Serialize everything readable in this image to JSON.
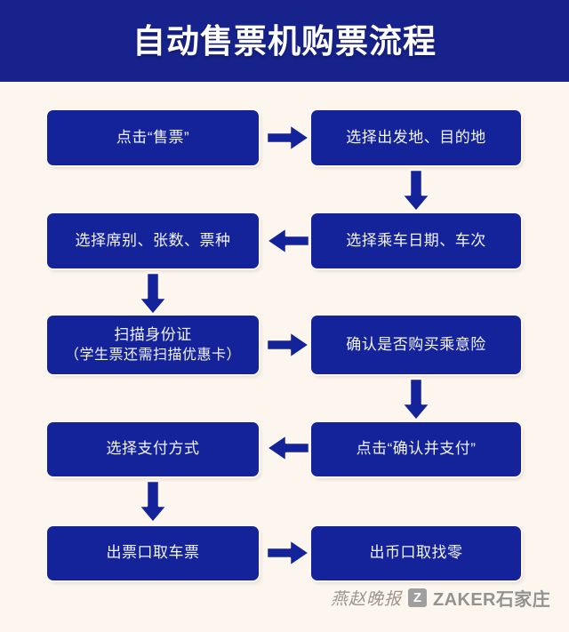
{
  "header": {
    "title": "自动售票机购票流程",
    "background_color": "#17228c",
    "text_color": "#ffffff"
  },
  "page": {
    "background_color": "#fdf6ef",
    "node_color": "#15239a",
    "node_text_color": "#f2f4fb",
    "arrow_color": "#15239a"
  },
  "flow": {
    "nodes": [
      {
        "id": "step1",
        "column": "left",
        "row": 1,
        "lines": [
          "点击“售票”"
        ]
      },
      {
        "id": "step2",
        "column": "right",
        "row": 1,
        "lines": [
          "选择出发地、目的地"
        ]
      },
      {
        "id": "step3",
        "column": "right",
        "row": 2,
        "lines": [
          "选择乘车日期、车次"
        ]
      },
      {
        "id": "step4",
        "column": "left",
        "row": 2,
        "lines": [
          "选择席别、张数、票种"
        ]
      },
      {
        "id": "step5",
        "column": "left",
        "row": 3,
        "lines": [
          "扫描身份证",
          "（学生票还需扫描优惠卡）"
        ]
      },
      {
        "id": "step6",
        "column": "right",
        "row": 3,
        "lines": [
          "确认是否购买乘意险"
        ]
      },
      {
        "id": "step7",
        "column": "right",
        "row": 4,
        "lines": [
          "点击“确认并支付”"
        ]
      },
      {
        "id": "step8",
        "column": "left",
        "row": 4,
        "lines": [
          "选择支付方式"
        ]
      },
      {
        "id": "step9",
        "column": "left",
        "row": 5,
        "lines": [
          "出票口取车票"
        ]
      },
      {
        "id": "step10",
        "column": "right",
        "row": 5,
        "lines": [
          "出币口取找零"
        ]
      }
    ],
    "connectors": [
      {
        "id": "c1",
        "from": "step1",
        "to": "step2",
        "direction": "right",
        "icon": "arrow-right-icon"
      },
      {
        "id": "c2",
        "from": "step2",
        "to": "step3",
        "direction": "down",
        "icon": "arrow-down-icon"
      },
      {
        "id": "c3",
        "from": "step3",
        "to": "step4",
        "direction": "left",
        "icon": "arrow-left-icon"
      },
      {
        "id": "c4",
        "from": "step4",
        "to": "step5",
        "direction": "down",
        "icon": "arrow-down-icon"
      },
      {
        "id": "c5",
        "from": "step5",
        "to": "step6",
        "direction": "right",
        "icon": "arrow-right-icon"
      },
      {
        "id": "c6",
        "from": "step6",
        "to": "step7",
        "direction": "down",
        "icon": "arrow-down-icon"
      },
      {
        "id": "c7",
        "from": "step7",
        "to": "step8",
        "direction": "left",
        "icon": "arrow-left-icon"
      },
      {
        "id": "c8",
        "from": "step8",
        "to": "step9",
        "direction": "down",
        "icon": "arrow-down-icon"
      },
      {
        "id": "c9",
        "from": "step9",
        "to": "step10",
        "direction": "right",
        "icon": "arrow-right-icon"
      }
    ]
  },
  "watermark": {
    "paper_name": "燕赵晚报",
    "logo_letter": "Z",
    "brand": "ZAKER石家庄"
  }
}
